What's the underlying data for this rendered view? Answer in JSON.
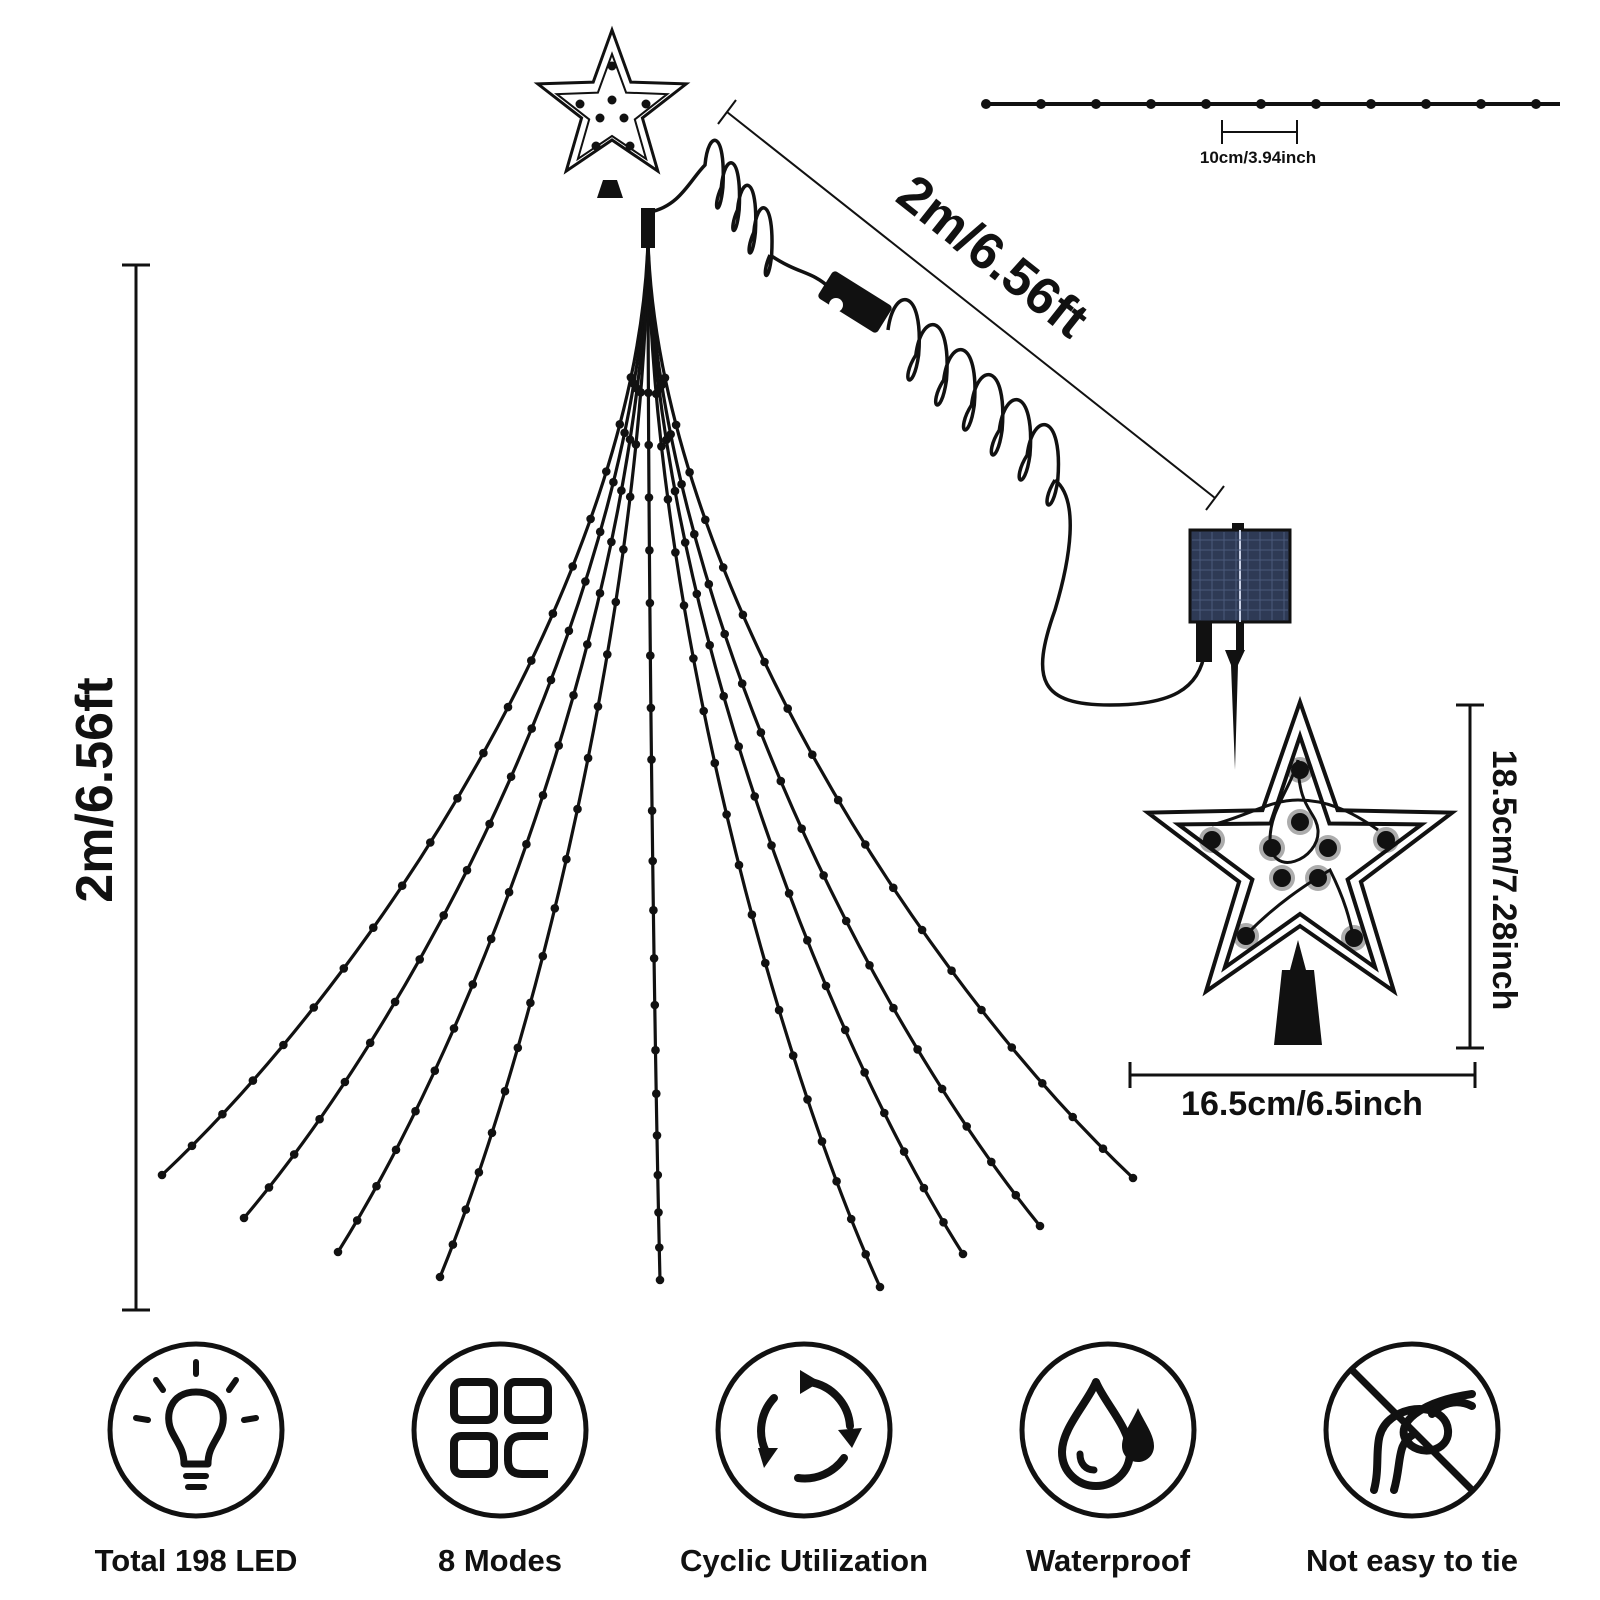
{
  "dimensions": {
    "height": "2m/6.56ft",
    "cable_length": "2m/6.56ft",
    "bulb_spacing": "10cm/3.94inch",
    "star_height": "18.5cm/7.28inch",
    "star_width": "16.5cm/6.5inch"
  },
  "features": [
    {
      "icon": "light-bulb-icon",
      "label": "Total 198 LED"
    },
    {
      "icon": "modes-grid-icon",
      "label": "8 Modes"
    },
    {
      "icon": "recycle-arrows-icon",
      "label": "Cyclic Utilization"
    },
    {
      "icon": "water-drop-icon",
      "label": "Waterproof"
    },
    {
      "icon": "no-tangle-icon",
      "label": "Not easy to tie"
    }
  ],
  "colors": {
    "line": "#111111",
    "solar_panel": "#2e3a55",
    "background": "#ffffff"
  }
}
